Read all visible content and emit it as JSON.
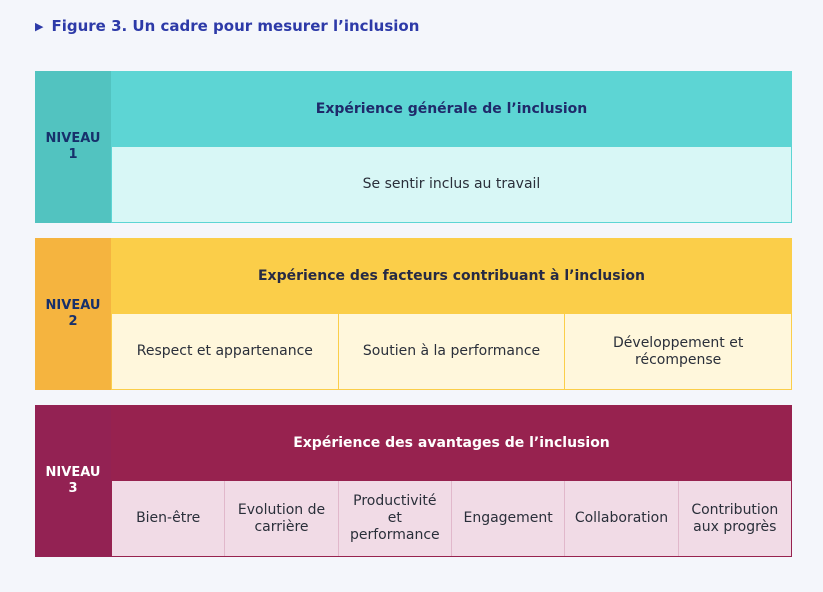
{
  "title": "Figure 3. Un cadre pour mesurer l’inclusion",
  "levels": [
    {
      "label_line1": "NIVEAU",
      "label_line2": "1",
      "heading": "Expérience générale de l’inclusion",
      "items": [
        "Se sentir inclus au travail"
      ]
    },
    {
      "label_line1": "NIVEAU",
      "label_line2": "2",
      "heading": "Expérience des facteurs contribuant à l’inclusion",
      "items": [
        "Respect et appartenance",
        "Soutien à la performance",
        "Développement et récompense"
      ]
    },
    {
      "label_line1": "NIVEAU",
      "label_line2": "3",
      "heading": "Expérience des avantages de l’inclusion",
      "items": [
        "Bien-être",
        "Evolution de carrière",
        "Productivité et performance",
        "Engagement",
        "Collaboration",
        "Contribution aux progrès"
      ]
    }
  ],
  "colors": {
    "title": "#2d3aa8",
    "level1": "#5dd5d4",
    "level2": "#fbce49",
    "level3": "#97224f"
  }
}
